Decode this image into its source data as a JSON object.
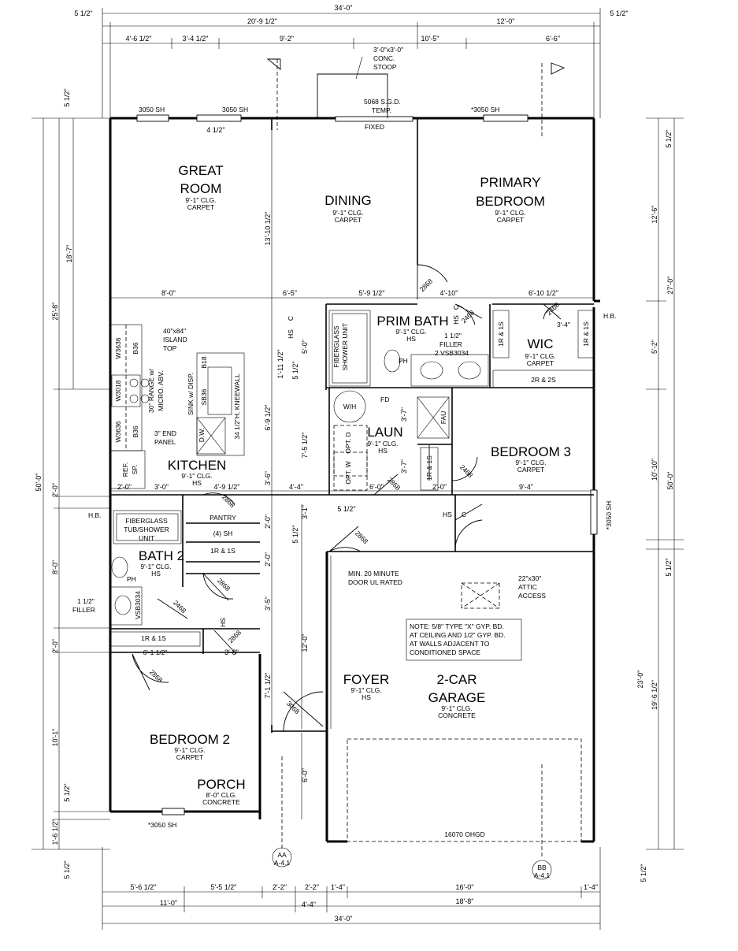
{
  "rooms": {
    "great_room": {
      "name1": "GREAT",
      "name2": "ROOM",
      "clg": "9'-1\" CLG.",
      "floor": "CARPET"
    },
    "dining": {
      "name": "DINING",
      "clg": "9'-1\" CLG.",
      "floor": "CARPET"
    },
    "primary_bedroom": {
      "name1": "PRIMARY",
      "name2": "BEDROOM",
      "clg": "9'-1\" CLG.",
      "floor": "CARPET"
    },
    "prim_bath": {
      "name": "PRIM BATH",
      "clg": "9'-1\" CLG.",
      "floor": "HS"
    },
    "wic": {
      "name": "WIC",
      "clg": "9'-1\" CLG.",
      "floor": "CARPET"
    },
    "kitchen": {
      "name": "KITCHEN",
      "clg": "9'-1\" CLG.",
      "floor": "HS"
    },
    "laun": {
      "name": "LAUN",
      "clg": "9'-1\" CLG.",
      "floor": "HS"
    },
    "bedroom3": {
      "name": "BEDROOM 3",
      "clg": "9'-1\" CLG.",
      "floor": "CARPET"
    },
    "bath2": {
      "name": "BATH 2",
      "clg": "9'-1\" CLG.",
      "floor": "HS"
    },
    "foyer": {
      "name": "FOYER",
      "clg": "9'-1\" CLG.",
      "floor": "HS"
    },
    "garage": {
      "name1": "2-CAR",
      "name2": "GARAGE",
      "clg": "9'-1\" CLG.",
      "floor": "CONCRETE"
    },
    "bedroom2": {
      "name": "BEDROOM 2",
      "clg": "9'-1\" CLG.",
      "floor": "CARPET"
    },
    "porch": {
      "name": "PORCH",
      "clg": "8'-0\" CLG.",
      "floor": "CONCRETE"
    },
    "pantry": {
      "name": "PANTRY",
      "shelf": "(4) SH"
    }
  },
  "labels": {
    "stoop1": "3'-0\"x3'-0\"",
    "stoop2": "CONC.",
    "stoop3": "STOOP",
    "sgd1": "5068 S.G.D.",
    "sgd2": "TEMP.",
    "fixed": "FIXED",
    "w3050_a": "3050 SH",
    "w3050_b": "3050 SH",
    "w3050_primary": "*3050 SH",
    "w3050_bed3": "*3050 SH",
    "w3050_bed2": "*3050 SH",
    "island1": "40\"x84\"",
    "island2": "ISLAND",
    "island3": "TOP",
    "range1": "30\" RANGE w/",
    "range2": "MICRO. ABV.",
    "sink1": "SINK w/ DISP.",
    "kneewall": "34 1/2\"H. KNEEWALL",
    "end_panel1": "3\" END",
    "end_panel2": "PANEL",
    "w3636_a": "W3636",
    "w3018": "W3018",
    "w3636_b": "W3636",
    "b36_a": "B36",
    "b36_b": "B36",
    "sb36": "SB36",
    "b18": "B18",
    "dw": "D.W.",
    "ref": "REF.",
    "sp": "SP.",
    "shower1": "FIBERGLASS",
    "shower2": "SHOWER UNIT",
    "ph": "PH",
    "filler_prim1": "1 1/2\"",
    "filler_prim2": "FILLER",
    "filler_prim3": "2 VSB3034",
    "wic_1r1s_a": "1R & 1S",
    "wic_1r1s_b": "1R & 1S",
    "wic_2r2s": "2R & 2S",
    "wic_dim": "3'-4\"",
    "wh": "W/H",
    "fd": "FD",
    "fau": "FAU",
    "opt_d": "OPT. D",
    "opt_w": "OPT. W",
    "laun_1r1s": "1R & 1S",
    "tub1": "FIBERGLASS",
    "tub2": "TUB/SHOWER",
    "tub3": "UNIT",
    "ph2": "PH",
    "filler_b2_1": "1 1/2\"",
    "filler_b2_2": "FILLER",
    "vsb3034": "VSB3034",
    "pantry_1r1s": "1R & 1S",
    "hall_1r1s": "1R & 1S",
    "hall_dim": "6'-1 1/2\"",
    "min_door1": "MIN. 20 MINUTE",
    "min_door2": "DOOR UL RATED",
    "attic1": "22\"x30\"",
    "attic2": "ATTIC",
    "attic3": "ACCESS",
    "garage_note1": "NOTE: 5/8\" TYPE \"X\" GYP. BD.",
    "garage_note2": "AT CEILING AND 1/2\" GYP. BD.",
    "garage_note3": "AT WALLS ADJACENT TO",
    "garage_note4": "CONDITIONED SPACE",
    "ohgd": "16070 OHGD",
    "hb_left": "H.B.",
    "hb_right": "H.B.",
    "hs_a": "HS",
    "c_a": "C",
    "hs_b": "HS",
    "c_b": "C",
    "hs_c": "HS",
    "c_c": "C",
    "hs_d": "HS",
    "door_2868_a": "2868",
    "door_2468_a": "2468",
    "door_2468_b": "2468",
    "door_2868_b": "2868",
    "door_2868_c": "2868",
    "door_2868_d": "2868",
    "door_2868_e": "2868",
    "door_2468_c": "2468",
    "door_2468_d": "2468",
    "door_2868_f": "2868",
    "door_2868_g": "2868",
    "door_3068": "3068",
    "sec_aa": "AA",
    "sec_aa_sheet": "A-4.1",
    "sec_bb": "BB",
    "sec_bb_sheet": "A-4.1"
  },
  "dims": {
    "top_overall": "34'-0\"",
    "top_51_2_l": "5 1/2\"",
    "top_51_2_r": "5 1/2\"",
    "top_2091_2": "20'-9 1/2\"",
    "top_120": "12'-0\"",
    "top_461_2": "4'-6 1/2\"",
    "top_341_2": "3'-4 1/2\"",
    "top_92": "9'-2\"",
    "top_105": "10'-5\"",
    "top_66": "6'-6\"",
    "top_41_2": "4 1/2\"",
    "gr_80": "8'-0\"",
    "gr_65": "6'-5\"",
    "pb_591_2": "5'-9 1/2\"",
    "pb_410": "4'-10\"",
    "wic_6101_2": "6'-10 1/2\"",
    "v_13101_2": "13'-10 1/2\"",
    "k_50": "5'-0\"",
    "k_1111_2": "1'-11 1/2\"",
    "k_51_2_a": "5 1/2\"",
    "k_691_2": "6'-9 1/2\"",
    "k_751_2": "7'-5 1/2\"",
    "k_36": "3'-6\"",
    "l_37_a": "3'-7\"",
    "l_37_b": "3'-7\"",
    "k_20": "2'-0\"",
    "k_30": "3'-0\"",
    "k_491_2": "4'-9 1/2\"",
    "k_44": "4'-4\"",
    "l_60": "6'-0\"",
    "l_51_2": "5 1/2\"",
    "l_20": "2'-0\"",
    "b3_94": "9'-4\"",
    "p_31": "3'-1\"",
    "p_51_2": "5 1/2\"",
    "p_20_a": "2'-0\"",
    "p_20_b": "2'-0\"",
    "f_35": "3'-5\"",
    "f_120": "12'-0\"",
    "f_711_2": "7'-1 1/2\"",
    "h_38": "3'-8\"",
    "p_60": "6'-0\"",
    "left_51_2_top": "5 1/2\"",
    "left_187": "18'-7\"",
    "left_258": "25'-8\"",
    "left_500": "50'-0\"",
    "left_20_a": "2'-0\"",
    "left_80": "8'-0\"",
    "left_20_b": "2'-0\"",
    "left_101": "10'-1\"",
    "left_51_2_b": "5 1/2\"",
    "left_161_2": "1'-6 1/2\"",
    "left_51_2_c": "5 1/2\"",
    "right_51_2_top": "5 1/2\"",
    "right_126": "12'-6\"",
    "right_270": "27'-0\"",
    "right_52": "5'-2\"",
    "right_1010": "10'-10\"",
    "right_500": "50'-0\"",
    "right_51_2_mid": "5 1/2\"",
    "right_230": "23'-0\"",
    "right_1961_2": "19'-6 1/2\"",
    "right_51_2_bot": "5 1/2\"",
    "bot_561_2": "5'-6 1/2\"",
    "bot_551_2": "5'-5 1/2\"",
    "bot_22_a": "2'-2\"",
    "bot_22_b": "2'-2\"",
    "bot_14_a": "1'-4\"",
    "bot_160": "16'-0\"",
    "bot_14_b": "1'-4\"",
    "bot_110": "11'-0\"",
    "bot_44": "4'-4\"",
    "bot_188": "18'-8\"",
    "bot_overall": "34'-0\""
  }
}
